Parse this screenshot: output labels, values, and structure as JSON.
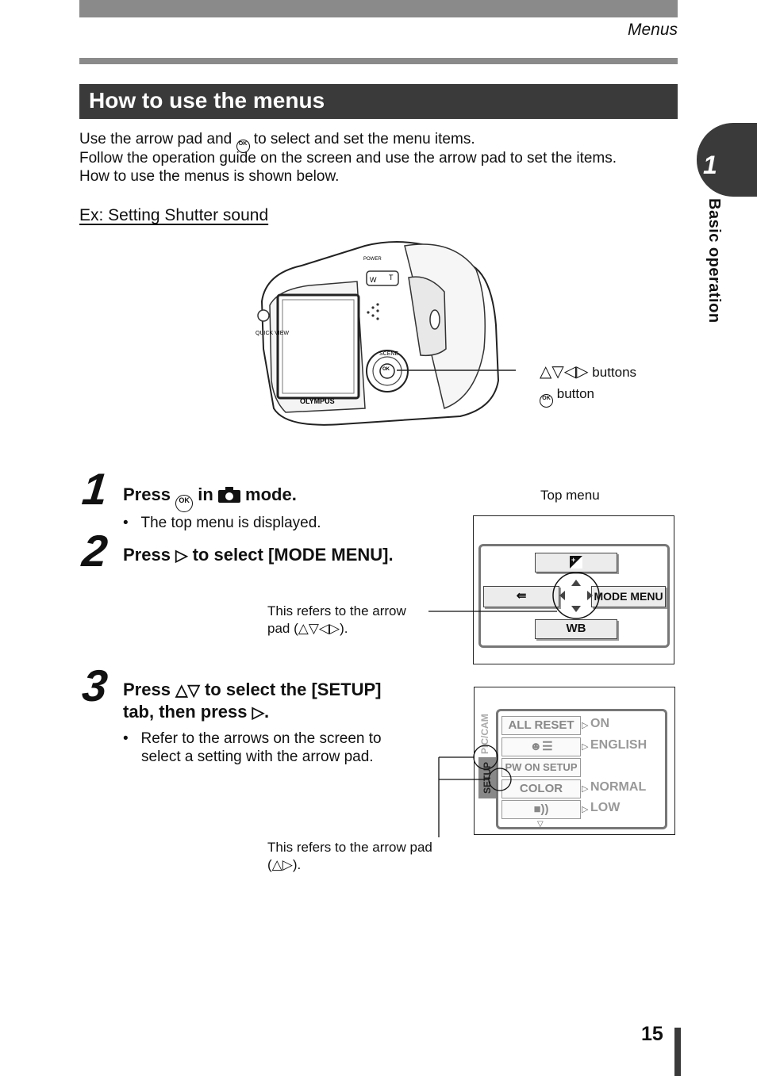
{
  "header": {
    "section": "Menus"
  },
  "title": "How to use the menus",
  "intro": {
    "line1_a": "Use the arrow pad and",
    "line1_b": "to select and set the menu items.",
    "line2": "Follow the operation guide on the screen and use the arrow pad to set the items.",
    "line3": "How to use the menus is shown below."
  },
  "example_heading": "Ex: Setting Shutter sound",
  "side_tab": {
    "number": "1",
    "label": "Basic operation"
  },
  "ok_glyph": "OK",
  "camera": {
    "buttons_label": "buttons",
    "button_label": "button",
    "brand": "OLYMPUS",
    "quick_view": "QUICK VIEW",
    "scene": "SCENE",
    "w": "W",
    "t": "T",
    "power": "POWER"
  },
  "steps": [
    {
      "number": "1",
      "head_a": "Press",
      "head_b": "in",
      "head_c": "mode.",
      "bullet": "The top menu is displayed."
    },
    {
      "number": "2",
      "head_a": "Press",
      "head_b": "to select [MODE MENU]."
    },
    {
      "number": "3",
      "head_a": "Press",
      "head_b": "to select the [SETUP]",
      "head_c": "tab, then press",
      "head_d": ".",
      "bullet_1": "Refer to the arrows on the screen to",
      "bullet_2": "select a setting with the arrow pad."
    }
  ],
  "top_menu": {
    "caption": "Top menu",
    "note_1": "This refers to the arrow",
    "note_2a": "pad (",
    "note_2b": ").",
    "mode_menu": "MODE MENU",
    "wb": "WB"
  },
  "setup_menu": {
    "tab_setup": "SETUP",
    "tab_cam": "CAM",
    "tab_pic": "PIC",
    "items": [
      "ALL RESET",
      "",
      "PW ON SETUP",
      "COLOR",
      ""
    ],
    "values": [
      "ON",
      "ENGLISH",
      "NORMAL",
      "LOW"
    ],
    "note_1": "This refers to the arrow pad",
    "note_2a": "(",
    "note_2b": ")."
  },
  "page_number": "15"
}
